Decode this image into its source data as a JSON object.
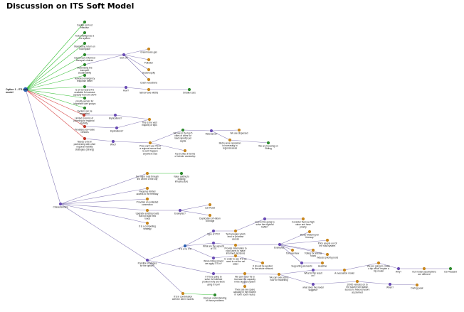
{
  "title": "Discussion on ITS Soft Model",
  "colors": {
    "link": "#8a7fb8",
    "link_green": "#3cc23c",
    "link_red": "#d94b4b",
    "node_green": "#2e8b2e",
    "node_orange": "#c8871e",
    "node_red": "#c0392b",
    "node_purple": "#6a4cb5",
    "node_blue": "#2a5fb0"
  },
  "nodes": {
    "root": {
      "label": "Option 1 - ITS soft model",
      "kind": "root"
    },
    "capital": {
      "label": "Capital cost not effective",
      "kind": "green"
    },
    "auto": {
      "label": "Auto intelligence & the system",
      "kind": "green"
    },
    "maxroad": {
      "label": "Maximising return on road space",
      "kind": "green"
    },
    "users": {
      "label": "Users have informed transport choices",
      "kind": "green"
    },
    "sortof": {
      "label": "Sort of?",
      "kind": "purple"
    },
    "greenhouse": {
      "label": "Greenhouse gas",
      "kind": "orange"
    },
    "pollution": {
      "label": "Pollution",
      "kind": "orange"
    },
    "socialequity": {
      "label": "Social equity",
      "kind": "orange"
    },
    "crashred": {
      "label": "Crash reductions",
      "kind": "orange"
    },
    "maxsust": {
      "label": "Maximising the transport sustainability",
      "kind": "green"
    },
    "handles": {
      "label": "Handles emergency response better",
      "kind": "green"
    },
    "its10": {
      "label": "Is 10-15 years ITS available to increase capacity from 30-100%",
      "kind": "green"
    },
    "how": {
      "label": "How?",
      "kind": "purple"
    },
    "narrowlane": {
      "label": "narrow lane widths",
      "kind": "orange"
    },
    "smallercars": {
      "label": "Smaller cars",
      "kind": "green"
    },
    "priority": {
      "label": "priority access for important user groups",
      "kind": "green"
    },
    "regulated": {
      "label": "System can be regulated",
      "kind": "green"
    },
    "limited": {
      "label": "Limited in terms of planning for regional mobility",
      "kind": "red"
    },
    "impl1": {
      "label": "Implications?",
      "kind": "purple"
    },
    "majority": {
      "label": "This is the vast majority of trips",
      "kind": "orange"
    },
    "penalises": {
      "label": "Penalises low-value vehicles",
      "kind": "red"
    },
    "impl2": {
      "label": "Implications?",
      "kind": "purple"
    },
    "needs": {
      "label": "Needs to be in partnership with other regional mobility strategies (Strong)",
      "kind": "red"
    },
    "who": {
      "label": "Who?",
      "kind": "purple"
    },
    "pricecar": {
      "label": "Price can't use ITS in a regional sense that is can't happen anywhere else",
      "kind": "orange"
    },
    "top5": {
      "label": "Top 5 cities in terms of vehicle ownership",
      "kind": "orange"
    },
    "wearein": {
      "label": "We are in the top 5 cities of cities for road capacity per capita",
      "kind": "green"
    },
    "relevance": {
      "label": "Relevance?",
      "kind": "purple"
    },
    "dispersed": {
      "label": "We are dispersed",
      "kind": "orange"
    },
    "metroarea": {
      "label": "Metro area expansion is increasing to regional areas",
      "kind": "orange"
    },
    "focusing": {
      "label": "We are focusing on Sliding",
      "kind": "green"
    },
    "characteristics": {
      "label": "Characteristics",
      "kind": "purple"
    },
    "nomajor": {
      "label": "No major road through the centre of the city",
      "kind": "orange"
    },
    "valueadding": {
      "label": "Value adding to existing infrastructure",
      "kind": "green"
    },
    "requires": {
      "label": "Requires limited access to the freeway",
      "kind": "orange"
    },
    "provides": {
      "label": "Provides an outlasted connection",
      "kind": "orange"
    },
    "upgrade": {
      "label": "Upgrade existing roads but not build new roads",
      "kind": "orange"
    },
    "examples1": {
      "label": "Examples?",
      "kind": "purple"
    },
    "lanroad": {
      "label": "Lan Road",
      "kind": "orange"
    },
    "duplication": {
      "label": "Duplication of Hoben rd bridge",
      "kind": "orange"
    },
    "compelling": {
      "label": "It is a compelling strategy",
      "kind": "orange"
    },
    "possible": {
      "label": "Possible strategies for the option?",
      "kind": "purple"
    },
    "itsorto": {
      "label": "ITS or to ITS",
      "kind": "blue"
    },
    "typeofits": {
      "label": "Type of ITS?",
      "kind": "purple"
    },
    "technologies": {
      "label": "Technologies which lend or prioritise access",
      "kind": "orange"
    },
    "howgoing": {
      "label": "How is this going to solve the regional traffic?",
      "kind": "purple"
    },
    "consider": {
      "label": "Consider them as high value and have priority",
      "kind": "orange"
    },
    "aspects": {
      "label": "What are the aspects of ITS",
      "kind": "purple"
    },
    "provideinfo": {
      "label": "Provide information to road users to make informed decisions",
      "kind": "orange"
    },
    "examples2": {
      "label": "Examples?",
      "kind": "purple"
    },
    "rampmeter": {
      "label": "Ramp Metering for freeway",
      "kind": "orange"
    },
    "pricepeople": {
      "label": "Price people out of the road system",
      "kind": "orange"
    },
    "tollpricing": {
      "label": "Tolling for arterial roads",
      "kind": "orange"
    },
    "toll": {
      "label": "Toll overview",
      "kind": "orange"
    },
    "bothways": {
      "label": "Induces priority pools",
      "kind": "orange"
    },
    "supporting": {
      "label": "Supporting elements",
      "kind": "purple"
    },
    "headline": {
      "label": "Headline",
      "kind": "orange"
    },
    "whatcritical": {
      "label": "What critical should we apply ITS in?",
      "kind": "purple"
    },
    "inorder": {
      "label": "In order to use ITS we need to cut the net water",
      "kind": "orange"
    },
    "applied": {
      "label": "It should be applied to the whole network",
      "kind": "orange"
    },
    "itsgoing": {
      "label": "If ITS is going to solve the ultimate problem why are there using it now?",
      "kind": "purple"
    },
    "wecant": {
      "label": "We can't use ITS to increase the capacity in the biggest system",
      "kind": "orange"
    },
    "wecanlook": {
      "label": "We can look at this now for modelling",
      "kind": "orange"
    },
    "whatisresult": {
      "label": "What is this result on?",
      "kind": "purple"
    },
    "evacuation": {
      "label": "A evacuation model",
      "kind": "orange"
    },
    "wearegoing": {
      "label": "We are going to create a trip which require a trip model",
      "kind": "orange"
    },
    "why": {
      "label": "Why?",
      "kind": "purple"
    },
    "modelassume": {
      "label": "Our model assumptions are different",
      "kind": "orange"
    },
    "uspeasant": {
      "label": "US Pleasant",
      "kind": "green"
    },
    "whatdoes": {
      "label": "what does the model suggest?",
      "kind": "purple"
    },
    "10000": {
      "label": "10000 vehicles on to the south from station access to Maroochydore as planned",
      "kind": "orange"
    },
    "when": {
      "label": "When?",
      "kind": "purple"
    },
    "duringpeak": {
      "label": "During peak",
      "kind": "orange"
    },
    "thereare": {
      "label": "There are two spare capacity in the modern in north south routes",
      "kind": "orange"
    },
    "itsincomb": {
      "label": "ITS in combination with the other models",
      "kind": "orange"
    },
    "improve": {
      "label": "Improve understanding of those problems",
      "kind": "green"
    }
  }
}
